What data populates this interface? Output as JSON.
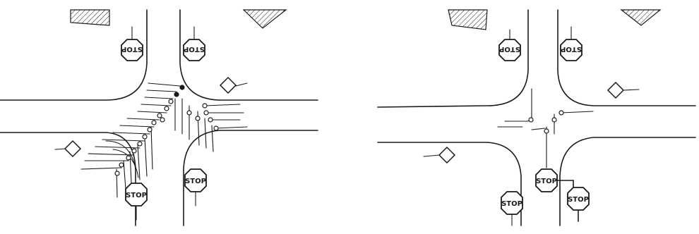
{
  "figure": {
    "left_panel": {
      "sign_labels": [
        "STOP",
        "STOP",
        "STOP",
        "STOP"
      ]
    },
    "right_panel": {
      "sign_labels": [
        "STOP",
        "STOP",
        "STOP",
        "STOP",
        "STOP"
      ]
    }
  },
  "colors": {
    "ink": "#1a1a1a",
    "paper": "#ffffff"
  }
}
